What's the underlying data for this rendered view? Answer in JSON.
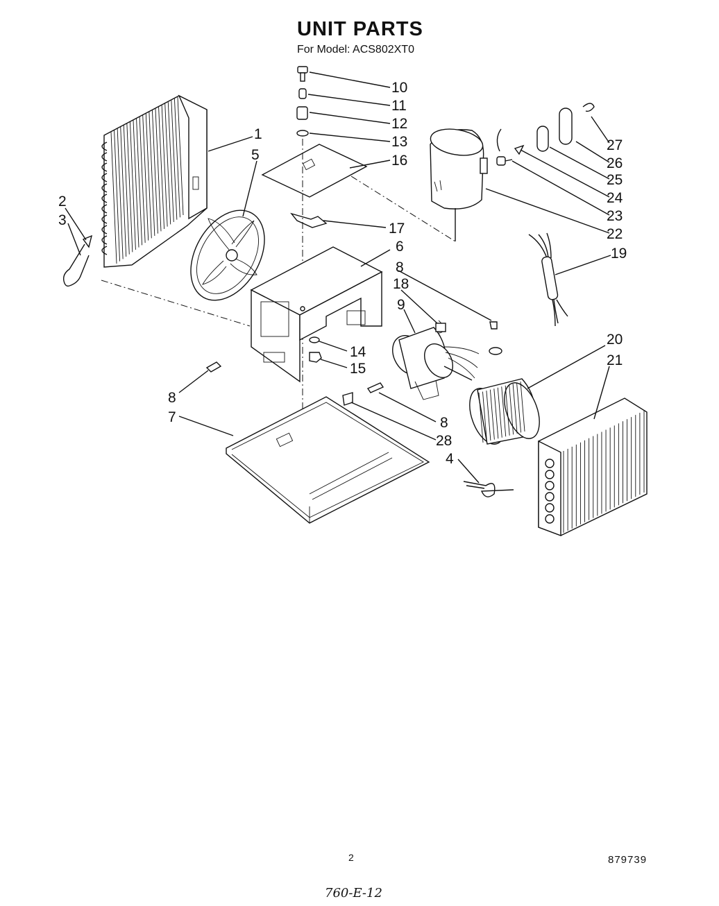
{
  "header": {
    "title": "UNIT PARTS",
    "model_line": "For Model: ACS802XT0"
  },
  "callouts": [
    "1",
    "2",
    "3",
    "4",
    "5",
    "6",
    "7",
    "8",
    "8",
    "8",
    "8",
    "9",
    "10",
    "11",
    "12",
    "13",
    "14",
    "15",
    "16",
    "17",
    "18",
    "19",
    "20",
    "21",
    "22",
    "23",
    "24",
    "25",
    "26",
    "27",
    "28"
  ],
  "footer": {
    "page_number": "2",
    "document_number": "879739",
    "handwritten_note": "760-E-12"
  }
}
